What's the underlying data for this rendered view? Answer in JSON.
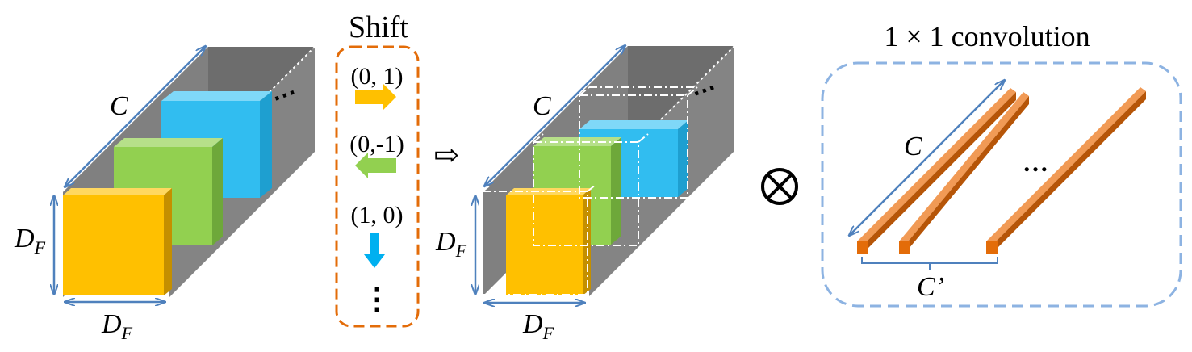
{
  "left": {
    "channel_label": "C",
    "height_label": "D",
    "width_label": "D",
    "subscript": "F",
    "more": "⋯"
  },
  "shift": {
    "title": "Shift",
    "items": [
      {
        "label": "(0, 1)",
        "direction": "right",
        "color": "#ffc000"
      },
      {
        "label": "(0,-1)",
        "direction": "left",
        "color": "#92d050"
      },
      {
        "label": "(1, 0)",
        "direction": "down",
        "color": "#00b0f0"
      }
    ],
    "more": "⋮",
    "box_color": "#e36c09"
  },
  "implies": "⇨",
  "middle": {
    "channel_label": "C",
    "height_label": "D",
    "width_label": "D",
    "subscript": "F",
    "more": "⋯"
  },
  "operator": "⊗",
  "conv": {
    "title": "1 × 1 convolution",
    "channel_label": "C",
    "out_label": "C’",
    "more": "…",
    "box_color": "#8db3e2",
    "bar_color": "#e87722"
  },
  "colors": {
    "yellow": "#ffc000",
    "green": "#92d050",
    "blue": "#31bdf0",
    "gray": "#7f7f7f",
    "arrow": "#4f81bd"
  }
}
